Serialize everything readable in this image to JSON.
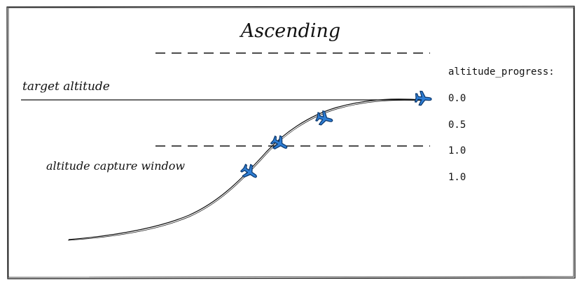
{
  "title": "Ascending",
  "labels": {
    "target_altitude": "target altitude",
    "capture_window": "altitude capture window"
  },
  "progress": {
    "heading": "altitude_progress:",
    "values": [
      "0.0",
      "0.5",
      "1.0",
      "1.0"
    ]
  },
  "colors": {
    "ink": "#111111",
    "plane": "#2f7fd6",
    "plane_outline": "#0d3a70",
    "background": "#ffffff"
  },
  "icons": [
    "airplane-icon",
    "airplane-icon",
    "airplane-icon",
    "airplane-icon"
  ]
}
